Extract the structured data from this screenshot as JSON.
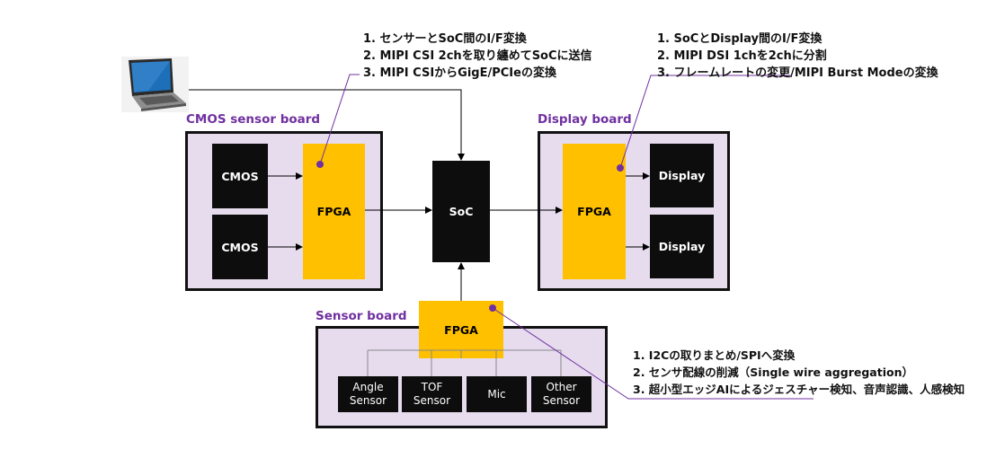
{
  "cmos_board": {
    "title": "CMOS sensor board",
    "cmos_labels": [
      "CMOS",
      "CMOS"
    ],
    "fpga_label": "FPGA"
  },
  "soc_label": "SoC",
  "display_board": {
    "title": "Display board",
    "fpga_label": "FPGA",
    "display_labels": [
      "Display",
      "Display"
    ]
  },
  "sensor_board": {
    "title": "Sensor board",
    "fpga_label": "FPGA",
    "sensors": [
      {
        "line1": "Angle",
        "line2": "Sensor"
      },
      {
        "line1": "TOF",
        "line2": "Sensor"
      },
      {
        "line1": "Mic",
        "line2": ""
      },
      {
        "line1": "Other",
        "line2": "Sensor"
      }
    ]
  },
  "notes": {
    "cmos_fpga": [
      "1. センサーとSoC間のI/F変換",
      "2. MIPI CSI 2chを取り纏めてSoCに送信",
      "3. MIPI CSIからGigE/PCIeの変換"
    ],
    "display_fpga": [
      "1. SoCとDisplay間のI/F変換",
      "2. MIPI DSI 1chを2chに分割",
      "3. フレームレートの変更/MIPI Burst Modeの変換"
    ],
    "sensor_fpga": [
      "1. I2Cの取りまとめ/SPIへ変換",
      "2. センサ配線の削減（Single wire aggregation）",
      "3. 超小型エッジAIによるジェスチャー検知、音声認識、人感検知"
    ]
  },
  "colors": {
    "board_fill": "#e6dcee",
    "fpga": "#ffc000",
    "block": "#0d0d0d",
    "title": "#7030a0",
    "callout_line": "#7030a0"
  },
  "icons": [
    "laptop-icon"
  ]
}
